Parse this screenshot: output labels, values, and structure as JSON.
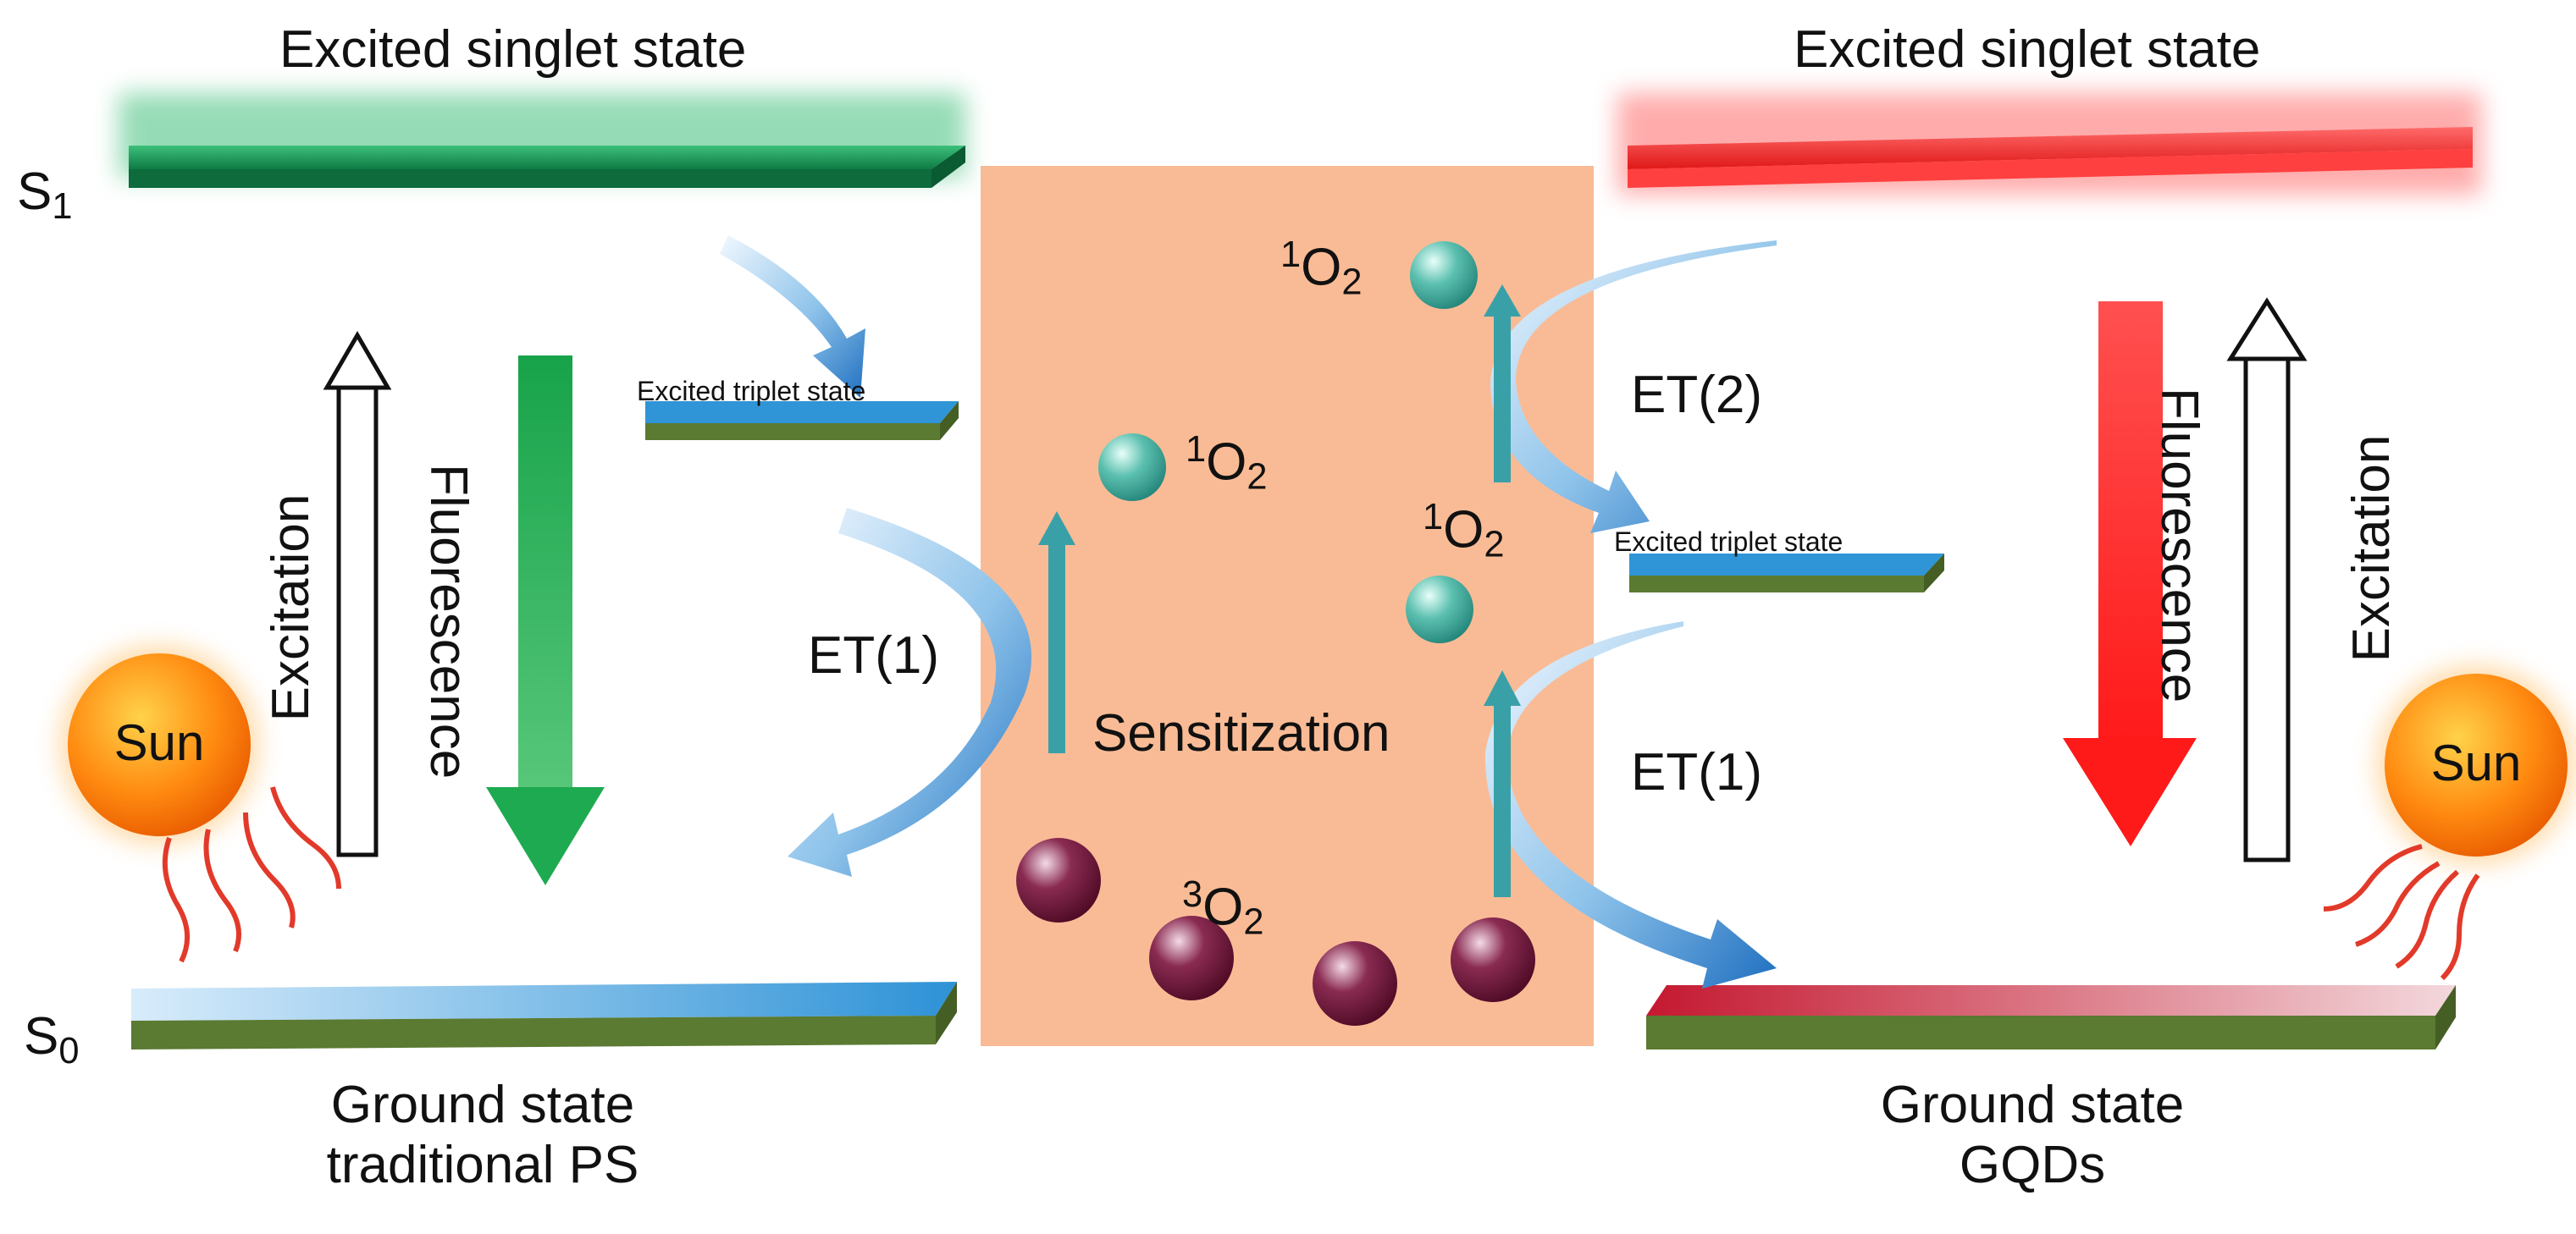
{
  "left": {
    "excited_singlet": "Excited singlet state",
    "s1_label": "S",
    "s1_sub": "1",
    "s0_label": "S",
    "s0_sub": "0",
    "excited_triplet": "Excited triplet state",
    "excitation": "Excitation",
    "fluorescence": "Fluorescence",
    "sun": "Sun",
    "ground_line1": "Ground state",
    "ground_line2": "traditional PS",
    "et": "ET(1)"
  },
  "center": {
    "sensitization": "Sensitization",
    "singlet_o2_sup": "1",
    "triplet_o2_sup": "3",
    "o2_text": "O",
    "o2_sub": "2"
  },
  "right": {
    "excited_singlet": "Excited singlet state",
    "excited_triplet": "Excited triplet state",
    "excitation": "Excitation",
    "fluorescence": "Fluorescence",
    "sun": "Sun",
    "ground_line1": "Ground state",
    "ground_line2": "GQDs",
    "et2": "ET(2)",
    "et1": "ET(1)"
  },
  "colors": {
    "green_state": "#1e9b5a",
    "red_state": "#ff3b3b",
    "blue_state": "#2f95d6",
    "olive_base": "#5b7a32",
    "sensitization_bg": "#f9b58c",
    "singlet_oxygen": "#3aa89c",
    "triplet_oxygen": "#6e1636",
    "sun": "#ff7a00"
  }
}
